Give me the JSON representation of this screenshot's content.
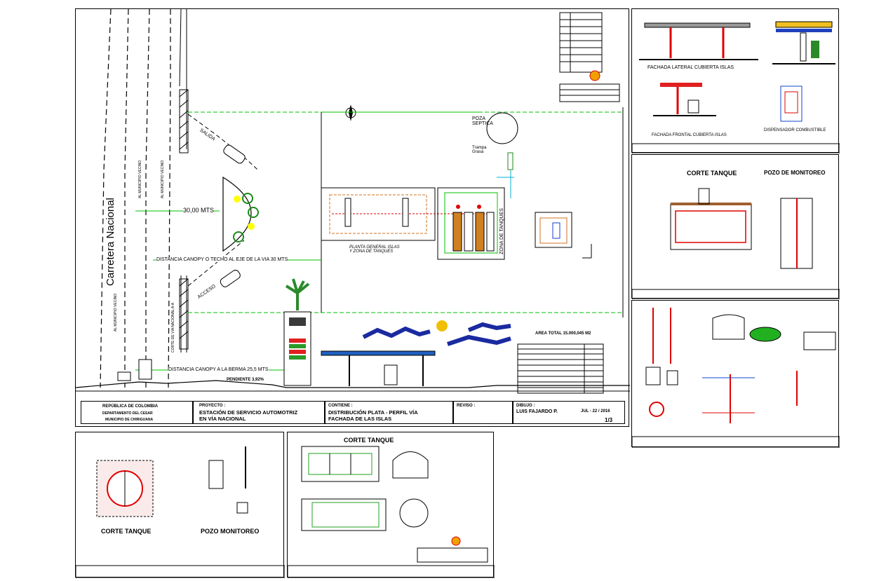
{
  "main": {
    "road_name": "Carretera Nacional",
    "road_side_left": "AL MUNICIPIO VECINO",
    "road_side_left2": "AL MUNICIPIO VECINO",
    "road_side_right": "AL MUNICIPIO VECINO",
    "road_side_right2": "CORTE DE VIA NACIONAL A-A",
    "salida": "SALIDA",
    "acceso": "ACCESO",
    "dist_30": "30,00 MTS",
    "dist_canopy_eje": "DISTANCIA CANOPY O TECHO  AL EJE DE LA VIA 30 MTS",
    "dist_berma": "DISTANCIA CANOPY A LA BERMA 25,5 MTS",
    "pendiente": "PENDIENTE 3,92%",
    "pozo_septica": "POZA\nSEPTICA",
    "trampa_grasa": "Trampa\nGrasa",
    "planta_general": "PLANTA GENERAL ISLAS\nY ZONA DE TANQUES",
    "zona_tanques": "ZONA DE TANQUES",
    "area_total": "AREA TOTAL 15.000,045 M2"
  },
  "title_block": {
    "country": "REPÚBLICA DE COLOMBIA",
    "department": "DEPARTAMENTO DEL CESAR",
    "municipality": "MUNICIPIO DE CHIRIGUANA",
    "proyecto_label": "PROYECTO :",
    "proyecto_value": "ESTACIÓN DE SERVICIO AUTOMOTRIZ\nEN VÍA NACIONAL",
    "contiene_label": "CONTIENE :",
    "contiene_value": "DISTRIBUCIÓN PLATA - PERFIL VÍA\nFACHADA DE LAS ISLAS",
    "reviso_label": "REVISO :",
    "dibujo_label": "DIBUJO :",
    "dibujo_value": "LUIS FAJARDO P.",
    "date": "JUL - 22 / 2016",
    "sheet": "1/3"
  },
  "top_right": {
    "fachada_lateral": "FACHADA LATERAL CUBIERTA ISLAS",
    "fachada_frontal": "FACHADA FRONTAL CUBIERTA ISLAS",
    "dispensador": "DISPENSADOR COMBUSTIBLE"
  },
  "mid_right": {
    "corte_tanque": "CORTE TANQUE",
    "pozo_monitoreo": "POZO DE MONITOREO"
  },
  "bottom_left": {
    "corte_tanque": "CORTE TANQUE",
    "pozo_monitoreo": "POZO MONITOREO"
  },
  "bottom_mid": {
    "corte_tanque": "CORTE TANQUE"
  },
  "colors": {
    "green_line": "#00c000",
    "red": "#e00000",
    "blue": "#1040d0",
    "cyan": "#00b0d0"
  }
}
